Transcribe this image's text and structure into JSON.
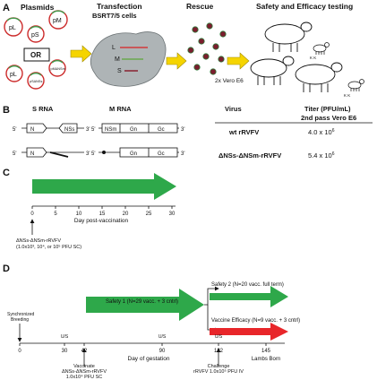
{
  "panels": {
    "a": "A",
    "b": "B",
    "c": "C",
    "d": "D"
  },
  "panel_a": {
    "plasmids_title": "Plasmids",
    "transfection_title": "Transfection",
    "transfection_subtitle": "BSRT7/5 cells",
    "rescue_title": "Rescue",
    "safety_title": "Safety and Efficacy testing",
    "plasmid_pl": "pL",
    "plasmid_ps": "pS",
    "plasmid_pm": "pM",
    "or_label": "OR",
    "plasmid_pl_small": "pL",
    "plasmid_ps_mod": "pSΔNSs",
    "plasmid_pm_mod": "pMΔNSm",
    "segment_l": "L",
    "segment_m": "M",
    "segment_s": "S",
    "vero_label": "2x Vero E6",
    "lamb_label_1": "K K",
    "lamb_label_2": "K K"
  },
  "panel_b": {
    "s_rna_title": "S RNA",
    "m_rna_title": "M RNA",
    "virus_header": "Virus",
    "titer_header": "Titer (PFU/mL)",
    "titer_subheader": "2nd pass Vero E6",
    "five_prime": "5'",
    "three_prime": "3'",
    "gene_n": "N",
    "gene_nss": "NSs",
    "gene_nsm": "NSm",
    "gene_gn": "Gn",
    "gene_gc": "Gc",
    "virus_1": "wt rRVFV",
    "titer_1_base": "4.0 x 10",
    "titer_1_exp": "6",
    "virus_2": "ΔNSs-ΔNSm-rRVFV",
    "titer_2_base": "5.4 x 10",
    "titer_2_exp": "6"
  },
  "panel_c": {
    "ticks": [
      "0",
      "5",
      "10",
      "15",
      "20",
      "25",
      "30"
    ],
    "axis_label": "Day post-vaccination",
    "vaccine_line1": "ΔNSs-ΔNSm-rRVFV",
    "vaccine_line2": "(1.0x10³, 10⁴, or 10⁵ PFU SC)"
  },
  "panel_d": {
    "sync_line1": "Synchronized",
    "sync_line2": "Breeding",
    "ticks": [
      "0",
      "30",
      "42",
      "90",
      "122",
      "145"
    ],
    "us_labels": [
      "U/S",
      "U/S",
      "U/S"
    ],
    "axis_label": "Day of gestation",
    "lambs_born": "Lambs Born",
    "safety1_label": "Safety 1 (N=29 vacc. + 3 cntrl)",
    "safety2_label": "Safety 2 (N=20 vacc. full term)",
    "efficacy_label": "Vaccine Efficacy (N=9 vacc. + 3 cntrl)",
    "vaccinate_line1": "Vaccinate",
    "vaccinate_line2": "ΔNSs-ΔNSm-rRVFV",
    "vaccinate_line3": "1.0x10⁴ PFU SC",
    "challenge_line1": "Challenge",
    "challenge_line2": "rRVFV 1.0x10⁵ PFU IV"
  },
  "colors": {
    "green_arrow": "#2ea84a",
    "red_arrow": "#e8262a",
    "yellow_arrow": "#f5d400",
    "cell": "#aeb4b6",
    "segment_l": "#d23a3a",
    "segment_m": "#6aa84f",
    "segment_s": "#8a2a3a",
    "virion": "#7b1e2e",
    "plasmid_red": "#cc2b2b",
    "plasmid_green": "#3c9c4c"
  }
}
